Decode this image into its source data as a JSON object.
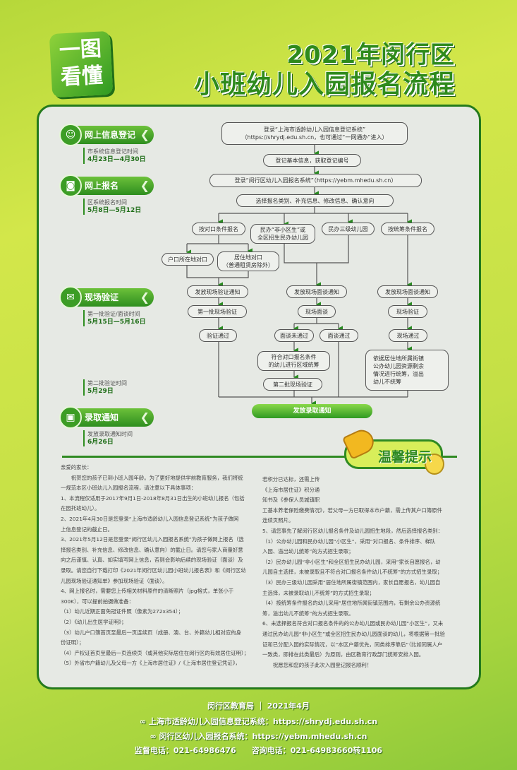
{
  "header": {
    "badge": [
      "一图",
      "看懂"
    ],
    "title_line1": "2021年闵行区",
    "title_line2": "小班幼儿入园报名流程"
  },
  "steps": [
    {
      "label": "网上信息登记",
      "icon": "user-icon",
      "sub": "市系统信息登记时间",
      "date": "4月23日—4月30日"
    },
    {
      "label": "网上报名",
      "icon": "screen-icon",
      "sub": "区系统报名时间",
      "date": "5月8日—5月12日"
    },
    {
      "label": "现场验证",
      "icon": "chat-icon",
      "sub": "第一批验证/面谈时间",
      "date": "5月15日—5月16日"
    },
    {
      "label": "录取通知",
      "icon": "document-icon",
      "sub": "发放录取通知时间",
      "date": "6月26日"
    }
  ],
  "second_batch": {
    "sub": "第二批验证时间",
    "date": "5月29日"
  },
  "flow": {
    "login_city": [
      "登录“上海市适龄幼儿入园信息登记系统”",
      "（https://shrydj.edu.sh.cn，也可通过“一网通办”进入）"
    ],
    "register": "登记基本信息，获取登记编号",
    "login_district": "登录“闵行区幼儿入园报名系统”（https://yebm.mhedu.sh.cn）",
    "choose": "选择报名类别、补充信息、修改信息、确认意向",
    "cat1": "按对口条件报名",
    "cat2": [
      "民办“非小区生”或",
      "全区招生民办幼儿园"
    ],
    "cat3": "民办三级幼儿园",
    "cat4": "按统筹条件报名",
    "hukou": "户口所在地对口",
    "residence": [
      "居住地对口",
      "（普通租赁房除外）"
    ],
    "notice_verify": "发放现场验证通知",
    "notice_interview": "发放现场面谈通知",
    "notice_interview2": "发放现场面谈通知",
    "first_verify": "第一批现场验证",
    "interview": "现场面谈",
    "onsite_verify": "现场验证",
    "verify_pass": "验证通过",
    "interview_fail": "面谈未通过",
    "interview_pass": "面谈通过",
    "onsite_pass": "现场通过",
    "regional": [
      "符合对口报名条件",
      "的幼儿进行区域统筹"
    ],
    "second_verify": "第二批现场验证",
    "coordination": [
      "依据居住地所属街镇",
      "公办幼儿园资源剩余",
      "情况进行统筹，溢出",
      "幼儿不统筹"
    ],
    "admission": "发放录取通知"
  },
  "tips_label": "温馨提示",
  "notes_left": [
    "亲爱的家长：",
    "　　祝贺您的孩子已到小班入园年龄。为了更好地提供学前教育服务，我们将统",
    "一规范本区小班幼儿入园报名流程，请注意以下具体事项：",
    "1、本流程仅适用于2017年9月1日-2018年8月31日出生的小班幼儿报名（包括",
    "在园托班幼儿）。",
    "2、2021年4月30日是您登录“上海市适龄幼儿入园信息登记系统”为孩子做网",
    "上信息登记的截止日。",
    "3、2021年5月12日是您登录“闵行区幼儿入园报名系统”为孩子做网上报名（选",
    "择报名类别、补充信息、修改信息、确认意向）的截止日。请您与家人商量好意",
    "向之后谨慎、认真、如实填写网上信息，否则会影响后续的现场验证（面谈）及",
    "录取。请您自行下载打印《2021年闵行区幼儿园小班幼儿报名表》和《闵行区幼",
    "儿园现场验证通知单》参加现场验证（面谈）。",
    "4、网上报名时，需要您上传相关材料原件的清晰照片（jpg格式，单张小于",
    "300K），可以提前拍摄做准备：",
    "（1）幼儿近期正面免冠证件照（像素为272x354）；",
    "（2）《幼儿出生医学证明》；",
    "（3）幼儿户口簿首页至最后一页连续页（成册、澳、台、外籍幼儿相对应的身",
    "份证明）；",
    "（4）产权证首页至最后一页连续页（或其他实际居住在闵行区的有效居住证明）；",
    "（5）外省市户籍幼儿及父母一方《上海市居住证》/《上海市居住登记凭证》，"
  ],
  "notes_right": [
    "若积分已达标，还需上传",
    "《上海市居住证》积分通",
    "知书及《参保人员城镇职",
    "工基本养老保险缴费情况》，若父母一方已取得本市户籍，需上传其户口簿原件",
    "连续页照片。",
    "5、请您事先了解闵行区幼儿报名条件及幼儿园招生地段，然后选择报名类别：",
    "（1）公办幼儿园和民办幼儿园“小区生”，采用“对口报名、条件排序、梯队",
    "入园、溢出幼儿统筹”的方式招生录取；",
    "（2）民办幼儿园“非小区生”和全区招生民办幼儿园，采用“家长自愿报名，幼",
    "儿园自主选择，未被录取且不符合对口报名条件幼儿不统筹”的方式招生录取；",
    "（3）民办三级幼儿园采用“居住地所属街镇范围内，家长自愿报名，幼儿园自",
    "主选择，未被录取幼儿不统筹”的方式招生录取；",
    "（4）按统筹条件报名的幼儿采用“居住地所属街镇范围内，有剩余公办资源统",
    "筹，溢出幼儿不统筹”的方式招生录取。",
    "6、未选择报名符合对口报名条件的的公办幼儿园或民办幼儿园“小区生”，又未",
    "通过民办幼儿园“非小区生”或全区招生民办幼儿园面谈的幼儿，将根据第一批验",
    "证和已分配入园的实际情况，以“本区户籍优先，同类排序靠后”（比如同属人户",
    "一致类，即排在此类最后）为原则，由区教育行政部门统筹安排入园。",
    "　　祝愿您和您的孩子此次入园登记报名顺利！"
  ],
  "footer": {
    "issuer": "闵行区教育局 ｜ 2021年4月",
    "link1_label": "上海市适龄幼儿入园信息登记系统：",
    "link1_url": "https://shrydj.edu.sh.cn",
    "link2_label": "闵行区幼儿入园报名系统：",
    "link2_url": "https://yebm.mhedu.sh.cn",
    "supervise_label": "监督电话：",
    "supervise_phone": "021-64986476",
    "consult_label": "咨询电话：",
    "consult_phone": "021-64983660转1106"
  }
}
